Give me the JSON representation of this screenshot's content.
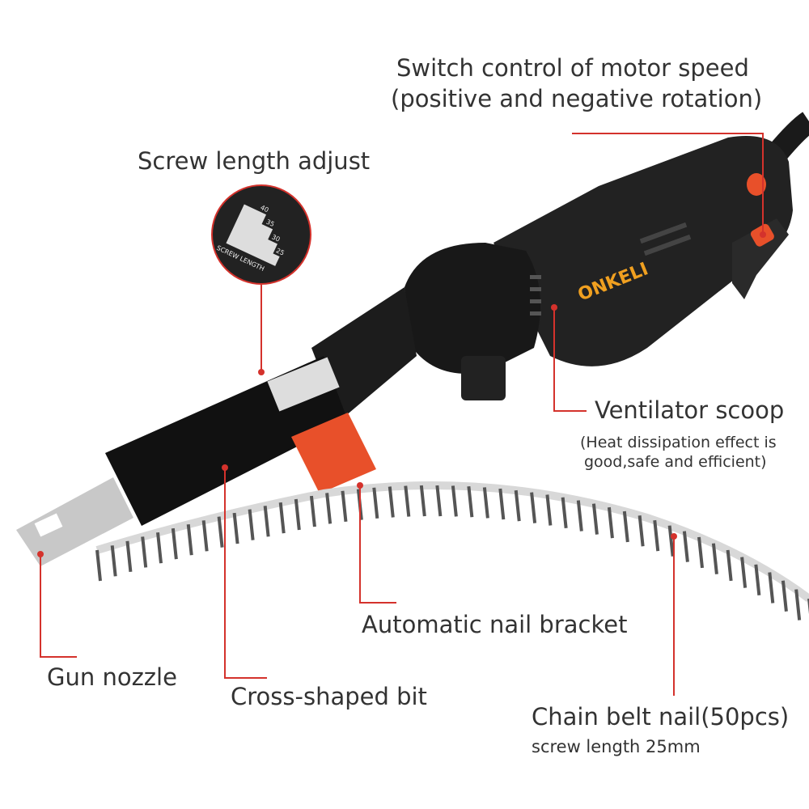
{
  "brand_logo": "ONKELI",
  "screw_gauge": {
    "title": "SCREW LENGTH",
    "marks": [
      "40",
      "35",
      "30",
      "25"
    ]
  },
  "callouts": {
    "switch": {
      "line1": "Switch control of motor speed",
      "line2": "(positive and negative rotation)"
    },
    "screw_length": {
      "label": "Screw length adjust"
    },
    "ventilator": {
      "label": "Ventilator scoop",
      "note1": "(Heat dissipation effect is",
      "note2": "good,safe and efficient)"
    },
    "bracket": {
      "label": "Automatic nail bracket"
    },
    "nozzle": {
      "label": "Gun nozzle"
    },
    "bit": {
      "label": "Cross-shaped bit"
    },
    "chain": {
      "label": "Chain belt nail(50pcs)",
      "note": "screw length 25mm"
    }
  },
  "colors": {
    "callout": "#d4322c",
    "text": "#333333",
    "tool_body": "#1e1e1e",
    "accent": "#e8502a",
    "logo": "#f0a020"
  }
}
